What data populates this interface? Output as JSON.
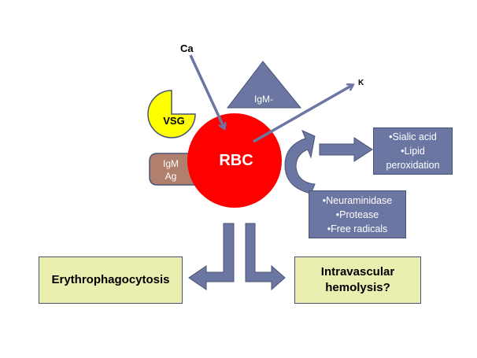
{
  "diagram": {
    "center_cell": "RBC",
    "ions": {
      "in": "Ca",
      "out": "K"
    },
    "surface_markers": {
      "vsg": "VSG",
      "igm_minus": "IgM-",
      "igm_ag_line1": "IgM",
      "igm_ag_line2": "Ag"
    },
    "damage_agents": [
      "•Neuraminidase",
      "•Protease",
      "•Free radicals"
    ],
    "membrane_effects": [
      "•Sialic acid",
      "•Lipid",
      "peroxidation"
    ],
    "outcomes": {
      "left": "Erythrophagocytosis",
      "right_line1": "Intravascular",
      "right_line2": "hemolysis?"
    }
  },
  "colors": {
    "rbc": "#ff0000",
    "arrow": "#6b76a3",
    "arrow_outline": "#4a5376",
    "vsg": "#ffff00",
    "igm_ag": "#b07f6e",
    "outcome_box": "#eaeeae"
  }
}
